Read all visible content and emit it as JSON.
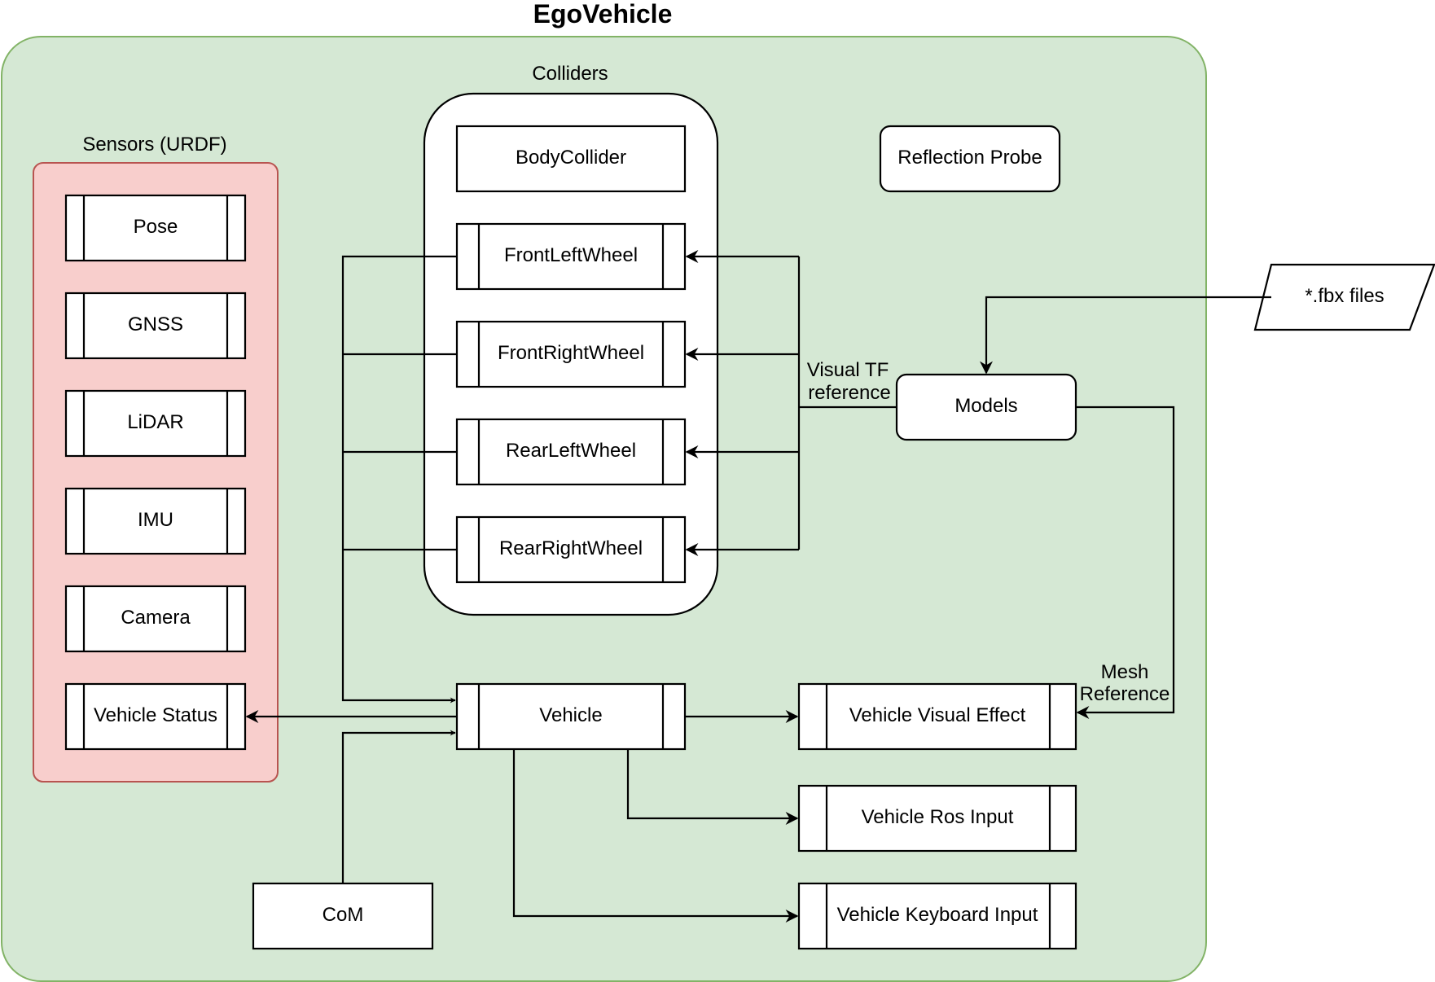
{
  "diagram": {
    "title": "EgoVehicle",
    "containers": {
      "sensors": "Sensors (URDF)",
      "colliders": "Colliders"
    },
    "sensors": [
      "Pose",
      "GNSS",
      "LiDAR",
      "IMU",
      "Camera",
      "Vehicle Status"
    ],
    "colliders": {
      "body": "BodyCollider",
      "wheels": [
        "FrontLeftWheel",
        "FrontRightWheel",
        "RearLeftWheel",
        "RearRightWheel"
      ]
    },
    "nodes": {
      "reflection_probe": "Reflection Probe",
      "models": "Models",
      "fbx": "*.fbx files",
      "vehicle": "Vehicle",
      "com": "CoM",
      "visual_effect": "Vehicle Visual Effect",
      "ros_input": "Vehicle Ros Input",
      "keyboard_input": "Vehicle Keyboard Input"
    },
    "edge_labels": {
      "visual_tf": [
        "Visual TF",
        "reference"
      ],
      "mesh_ref": [
        "Mesh",
        "Reference"
      ]
    },
    "colors": {
      "outer_fill": "#d5e8d4",
      "outer_stroke": "#82b366",
      "sensors_fill": "#f8cecc",
      "sensors_stroke": "#b85450",
      "box_fill": "#ffffff",
      "line": "#000000"
    }
  }
}
